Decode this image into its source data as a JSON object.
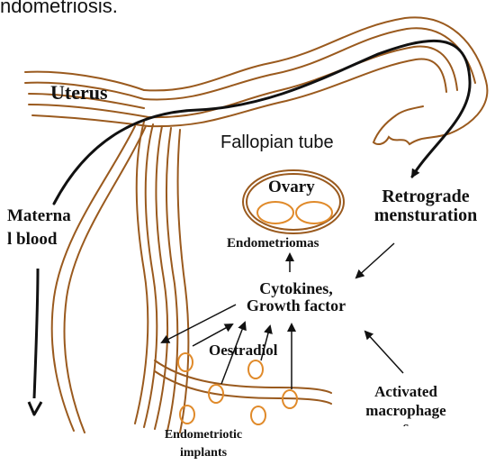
{
  "header_fragment": "ndometriosis.",
  "labels": {
    "uterus": "Uterus",
    "fallopian_tube": "Fallopian tube",
    "ovary": "Ovary",
    "retrograde_line1": "Retrograde",
    "retrograde_line2": "mensturation",
    "maternal_line1": "Materna",
    "maternal_line2": "l blood",
    "endometriomas": "Endometriomas",
    "cytokines_line1": "Cytokines,",
    "cytokines_line2": "Growth factor",
    "oestradiol": "Oestradiol",
    "activated_line1": "Activated",
    "activated_line2": "macrophage",
    "activated_line3": "s",
    "implants_line1": "Endometriotic",
    "implants_line2": "implants"
  },
  "colors": {
    "tissue": "#9a5a1e",
    "ink": "#111111"
  }
}
